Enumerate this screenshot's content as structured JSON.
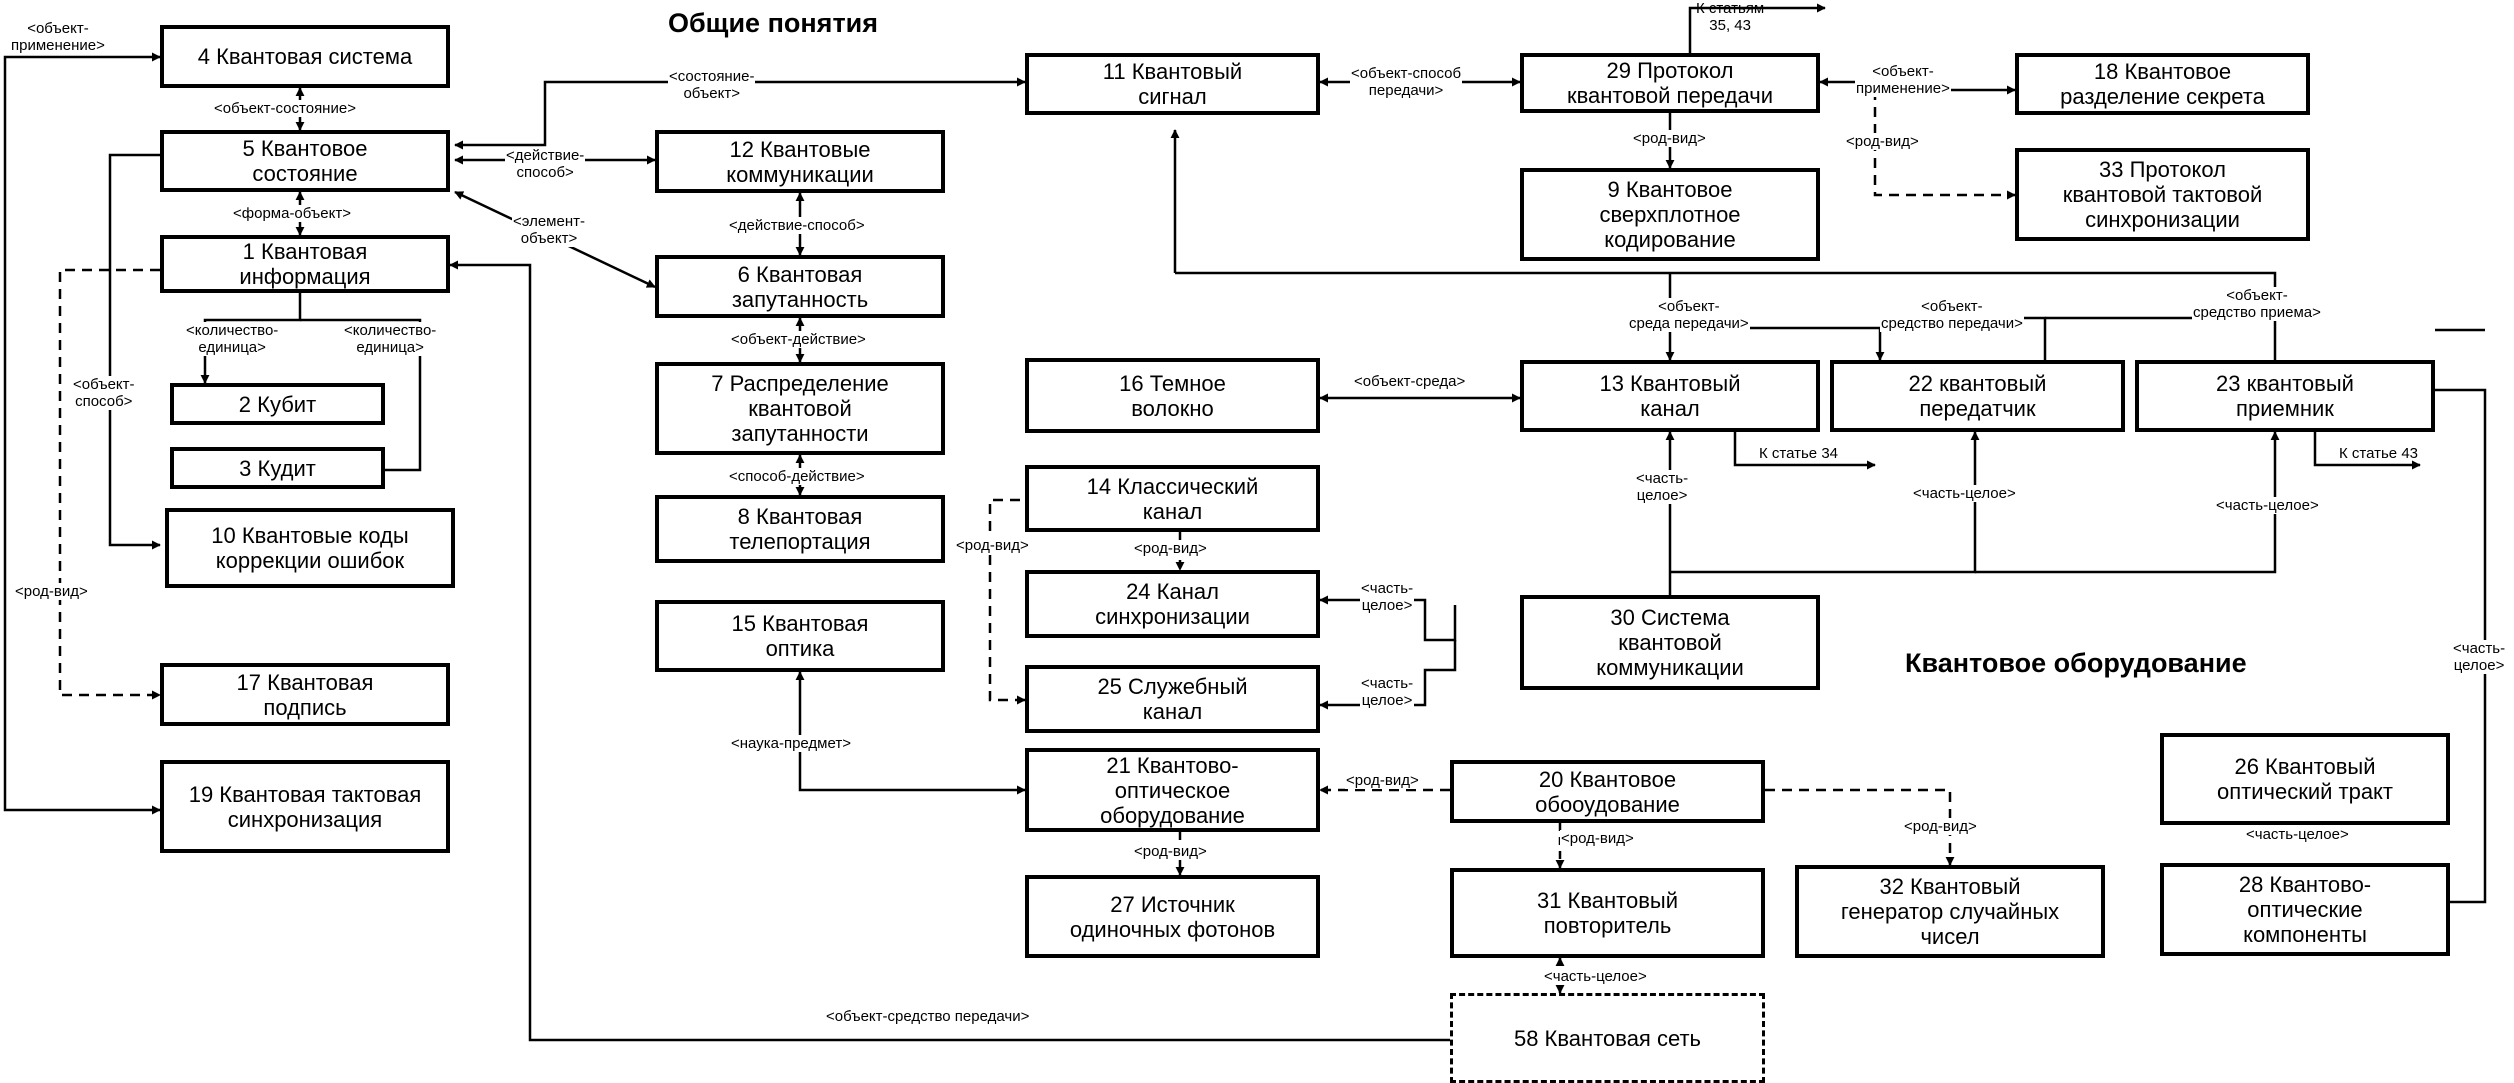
{
  "headings": {
    "general": "Общие понятия",
    "equipment": "Квантовое оборудование"
  },
  "nodes": {
    "n4": "4 Квантовая система",
    "n5": "5 Квантовое\nсостояние",
    "n1": "1 Квантовая\nинформация",
    "n2": "2 Кубит",
    "n3": "3 Кудит",
    "n10": "10 Квантовые коды\nкоррекции ошибок",
    "n17": "17 Квантовая\nподпись",
    "n19": "19 Квантовая тактовая\nсинхронизация",
    "n11": "11 Квантовый\nсигнал",
    "n12": "12 Квантовые\nкоммуникации",
    "n6": "6 Квантовая\nзапутанность",
    "n7": "7 Распределение\nквантовой\nзапутанности",
    "n8": "8 Квантовая\nтелепортация",
    "n15": "15 Квантовая\nоптика",
    "n16": "16 Темное\nволокно",
    "n14": "14 Классический\nканал",
    "n24": "24 Канал\nсинхронизации",
    "n25": "25 Служебный\nканал",
    "n21": "21 Квантово-\nоптическое\nоборудование",
    "n27": "27 Источник\nодиночных фотонов",
    "n29": "29 Протокол\nквантовой передачи",
    "n9": "9 Квантовое\nсверхплотное\nкодирование",
    "n18": "18 Квантовое\nразделение секрета",
    "n33": "33 Протокол\nквантовой тактовой\nсинхронизации",
    "n13": "13 Квантовый\nканал",
    "n22": "22 квантовый\nпередатчик",
    "n23": "23 квантовый\nприемник",
    "n30": "30 Система\nквантовой\nкоммуникации",
    "n20": "20 Квантовое\nобооудование",
    "n31": "31 Квантовый\nповторитель",
    "n32": "32 Квантовый\nгенератор случайных\nчисел",
    "n26": "26 Квантовый\nоптический тракт",
    "n28": "28 Квантово-\nоптические\nкомпоненты",
    "n58": "58 Квантовая сеть"
  },
  "labels": {
    "obj_primenenie_left": "<объект-\nприменение>",
    "obj_sostoyanie": "<объект-состояние>",
    "forma_obekt": "<форма-объект>",
    "kol_ed_1": "<количество-\nединица>",
    "kol_ed_2": "<количество-\nединица>",
    "obj_sposob": "<объект-\nспособ>",
    "rod_vid_left": "<род-вид>",
    "sost_obekt": "<состояние-\nобъект>",
    "deistvie_sposob_1": "<действие-\nспособ>",
    "element_obekt": "<элемент-\nобъект>",
    "deistvie_sposob_2": "<действие-способ>",
    "obj_deistvie": "<объект-действие>",
    "sposob_deistvie": "<способ-действие>",
    "rod_vid_14": "<род-вид>",
    "rod_vid_24": "<род-вид>",
    "chast_celoe_24": "<часть-\nцелое>",
    "chast_celoe_25": "<часть-\nцелое>",
    "nauka_predmet": "<наука-предмет>",
    "rod_vid_21": "<род-вид>",
    "rod_vid_27": "<род-вид>",
    "obj_sredstvo_peredachi_58": "<объект-средство передачи>",
    "obj_sposob_peredachi": "<объект-способ\nпередачи>",
    "k_statyam": "К статьям\n35, 43",
    "obj_primenenie_right": "<объект-\nприменение>",
    "rod_vid_29_9": "<род-вид>",
    "rod_vid_29_33": "<род-вид>",
    "obj_sreda_peredachi": "<объект-\nсреда передачи>",
    "obj_sredstvo_peredachi": "<объект-\nсредство передачи>",
    "obj_sredstvo_priema": "<объект-\nсредство приема>",
    "obj_sreda": "<объект-среда>",
    "k_state_34": "К статье 34",
    "k_state_43": "К статье 43",
    "chast_celoe_13": "<часть-\nцелое>",
    "chast_celoe_22": "<часть-целое>",
    "chast_celoe_23": "<часть-целое>",
    "chast_celoe_28_right": "<часть-\nцелое>",
    "rod_vid_20_32": "<род-вид>",
    "rod_vid_20_31": "<род-вид>",
    "chast_celoe_31_58": "<часть-целое>",
    "chast_celoe_26_28": "<часть-целое>"
  }
}
